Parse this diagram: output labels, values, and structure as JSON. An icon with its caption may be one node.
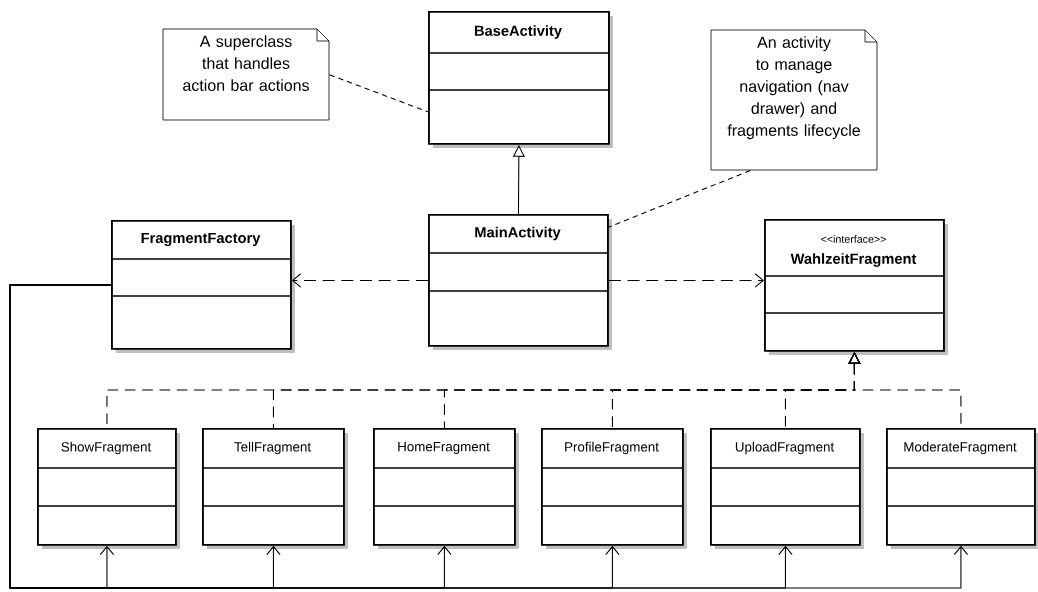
{
  "diagram": {
    "nodes": [
      {
        "text": [
          "A superclass that handles action bar actions"
        ]
      },
      {
        "text": [
          "BaseActivity"
        ]
      },
      {
        "text": [
          "An activity to manage navigation (nav drawer) and fragments lifecycle"
        ]
      },
      {
        "text": [
          "FragmentFactory"
        ]
      },
      {
        "text": [
          "MainActivity"
        ]
      },
      {
        "text": [
          "<<interface>>",
          "WahlzeitFragment"
        ]
      },
      {
        "text": [
          "ShowFragment"
        ]
      },
      {
        "text": [
          "TellFragment"
        ]
      },
      {
        "text": [
          "HomeFragment"
        ]
      },
      {
        "text": [
          "ProfileFragment"
        ]
      },
      {
        "text": [
          "UploadFragment"
        ]
      },
      {
        "text": [
          "ModerateFragment"
        ]
      }
    ],
    "edges": [
      {
        "from": 0,
        "to": 1,
        "arrow": "none",
        "style": "dashed"
      },
      {
        "from": 2,
        "to": 4,
        "arrow": "none",
        "style": "dashed"
      },
      {
        "from": 4,
        "to": 1,
        "arrow": "to"
      },
      {
        "from": 4,
        "to": 3,
        "arrow": "to",
        "style": "dashed"
      },
      {
        "from": 4,
        "to": 5,
        "arrow": "to",
        "style": "dashed"
      },
      {
        "from": 6,
        "to": 5,
        "arrow": "to",
        "style": "dashed"
      },
      {
        "from": 7,
        "to": 5,
        "arrow": "to",
        "style": "dashed"
      },
      {
        "from": 8,
        "to": 5,
        "arrow": "to",
        "style": "dashed"
      },
      {
        "from": 9,
        "to": 5,
        "arrow": "to",
        "style": "dashed"
      },
      {
        "from": 10,
        "to": 5,
        "arrow": "to",
        "style": "dashed"
      },
      {
        "from": 11,
        "to": 5,
        "arrow": "to",
        "style": "dashed"
      },
      {
        "from": 3,
        "to": 6,
        "arrow": "to"
      },
      {
        "from": 3,
        "to": 7,
        "arrow": "to"
      },
      {
        "from": 3,
        "to": 8,
        "arrow": "to"
      },
      {
        "from": 3,
        "to": 9,
        "arrow": "to"
      },
      {
        "from": 3,
        "to": 10,
        "arrow": "to"
      },
      {
        "from": 3,
        "to": 11,
        "arrow": "to"
      }
    ]
  }
}
